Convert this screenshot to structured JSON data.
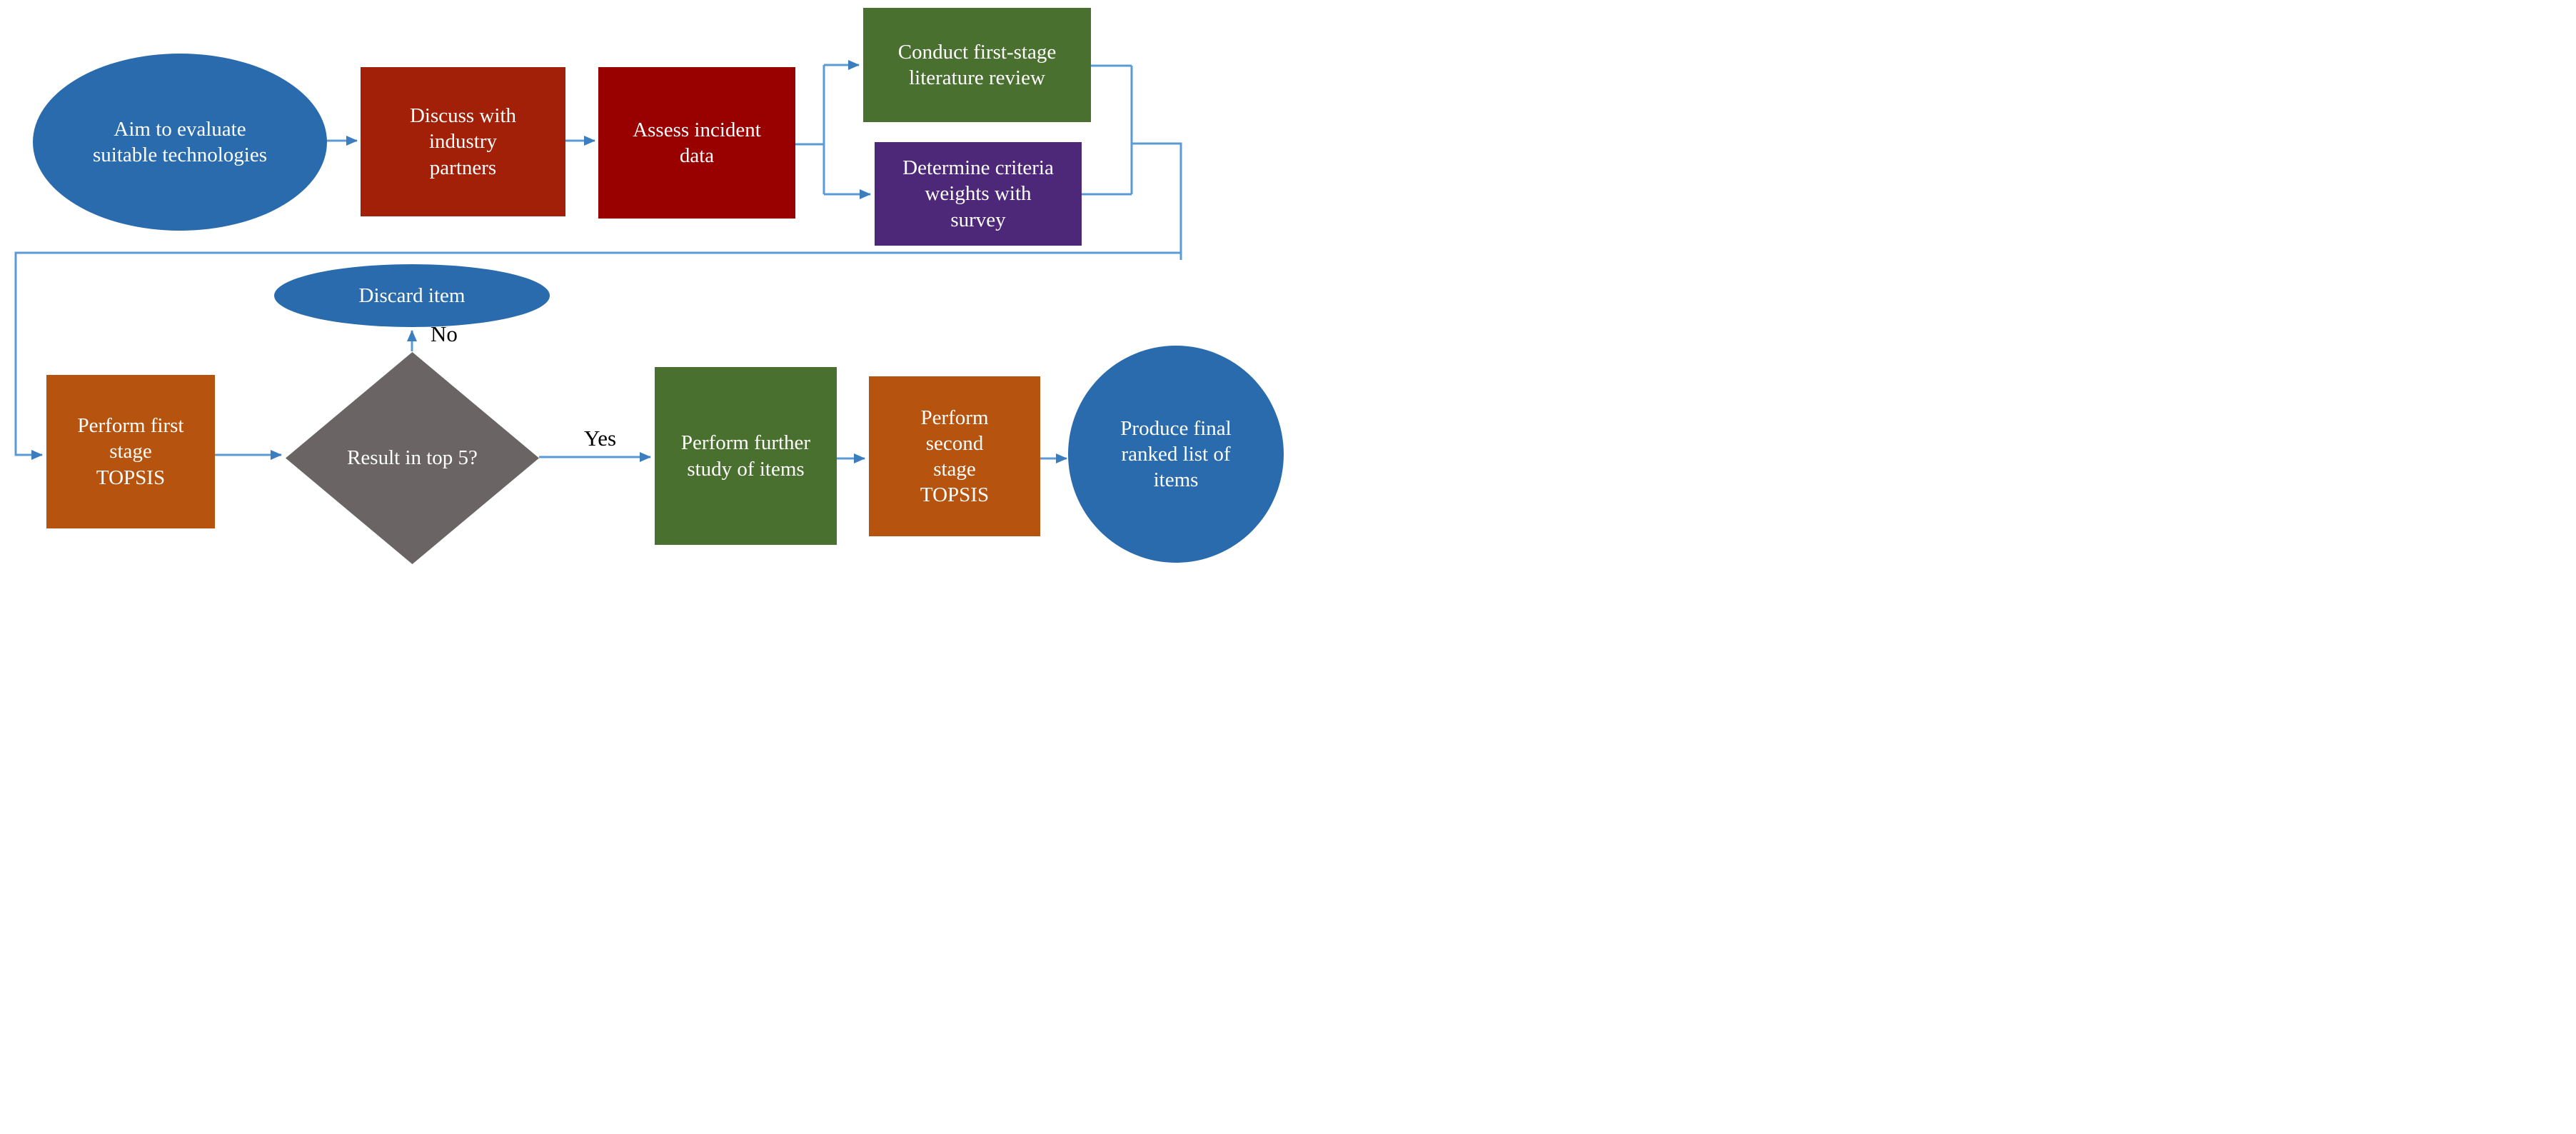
{
  "diagram": {
    "type": "flowchart",
    "nodes": [
      {
        "id": "aim",
        "shape": "ellipse",
        "color": "#2A6BAD",
        "label": "Aim to evaluate suitable technologies"
      },
      {
        "id": "discuss",
        "shape": "rect",
        "color": "#A32008",
        "label": "Discuss with industry partners"
      },
      {
        "id": "assess",
        "shape": "rect",
        "color": "#990000",
        "label": "Assess incident data"
      },
      {
        "id": "literature",
        "shape": "rect",
        "color": "#4A7030",
        "label": "Conduct first-stage literature review"
      },
      {
        "id": "weights",
        "shape": "rect",
        "color": "#4E2878",
        "label": "Determine criteria weights with survey"
      },
      {
        "id": "topsis1",
        "shape": "rect",
        "color": "#B5530F",
        "label": "Perform first stage TOPSIS"
      },
      {
        "id": "discard",
        "shape": "ellipse",
        "color": "#2A6BAD",
        "label": "Discard item"
      },
      {
        "id": "top5",
        "shape": "diamond",
        "color": "#6A6465",
        "label": "Result in top 5?"
      },
      {
        "id": "study",
        "shape": "rect",
        "color": "#4A7030",
        "label": "Perform further study of items"
      },
      {
        "id": "topsis2",
        "shape": "rect",
        "color": "#B5530F",
        "label": "Perform second stage TOPSIS"
      },
      {
        "id": "final",
        "shape": "circle",
        "color": "#2A6BAD",
        "label": "Produce final ranked list of items"
      }
    ],
    "edges": [
      {
        "from": "aim",
        "to": "discuss"
      },
      {
        "from": "discuss",
        "to": "assess"
      },
      {
        "from": "assess",
        "to": "literature"
      },
      {
        "from": "assess",
        "to": "weights"
      },
      {
        "from": "literature",
        "to": "topsis1"
      },
      {
        "from": "weights",
        "to": "topsis1"
      },
      {
        "from": "topsis1",
        "to": "top5"
      },
      {
        "from": "top5",
        "to": "discard",
        "label": "No"
      },
      {
        "from": "top5",
        "to": "study",
        "label": "Yes"
      },
      {
        "from": "study",
        "to": "topsis2"
      },
      {
        "from": "topsis2",
        "to": "final"
      }
    ],
    "colors": {
      "connector": "#5B9BD5",
      "arrowhead": "#3C7DC0",
      "node_text": "#FFFFFF",
      "edge_label_text": "#000000",
      "background": "#FFFFFF"
    }
  }
}
